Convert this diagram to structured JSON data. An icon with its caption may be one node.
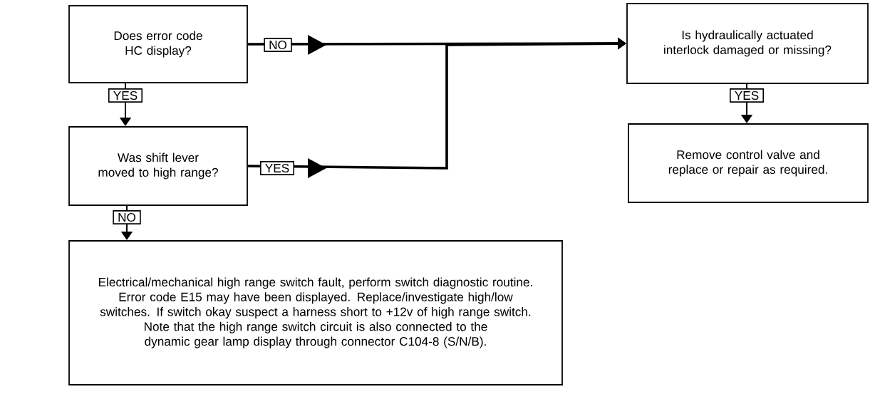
{
  "diagram": {
    "nodes": [
      {
        "text": [
          "Does error code HC display?"
        ]
      },
      {
        "text": [
          "Was shift lever moved to high range?"
        ]
      },
      {
        "text": [
          "Electrical/mechanical high range switch fault, perform switch diagnostic routine. Error code E15 may have been displayed. Replace/investigate high/low switches. If switch okay suspect a harness short to +12v of high range switch.",
          "Note that the high range switch circuit is also connected to the dynamic gear lamp display through connector C104-8 (S/N/B)."
        ]
      },
      {
        "text": [
          "Is hydraulically actuated interlock damaged or missing?"
        ]
      },
      {
        "text": [
          "Remove control valve and replace or repair as required."
        ]
      }
    ],
    "edges": [
      {
        "from": 0,
        "to": 1,
        "arrow": "to",
        "label": "YES"
      },
      {
        "from": 0,
        "to": 3,
        "arrow": "to",
        "label": "NO"
      },
      {
        "from": 1,
        "to": 3,
        "arrow": "to",
        "label": "YES"
      },
      {
        "from": 1,
        "to": 2,
        "arrow": "to",
        "label": "NO"
      },
      {
        "from": 3,
        "to": 4,
        "arrow": "to",
        "label": "YES"
      }
    ]
  }
}
